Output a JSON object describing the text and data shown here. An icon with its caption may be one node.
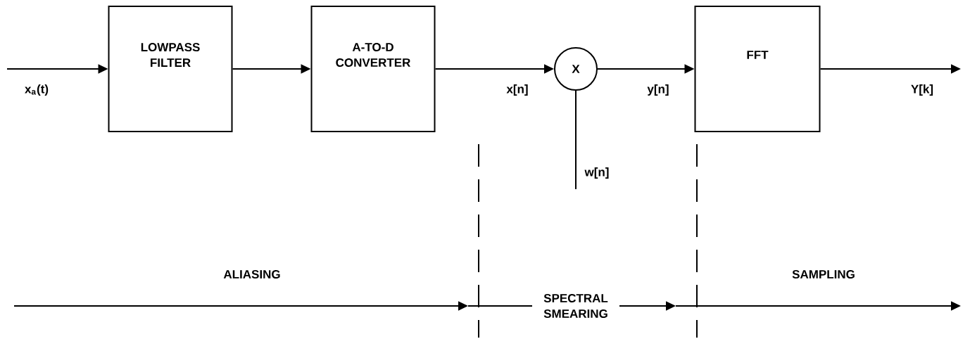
{
  "diagram": {
    "nodes": [
      {
        "text": [
          "LOWPASS FILTER"
        ]
      },
      {
        "text": [
          "A-TO-D CONVERTER"
        ]
      },
      {
        "text": [
          "X"
        ]
      },
      {
        "text": [
          "FFT"
        ]
      },
      {
        "text": [
          "w[n]"
        ]
      }
    ],
    "edges": [
      {
        "from": null,
        "to": 0,
        "arrow": "to",
        "label": "x$_{a}$(t)"
      },
      {
        "from": 0,
        "to": 1,
        "arrow": "to"
      },
      {
        "from": 1,
        "to": 2,
        "arrow": "to",
        "label": "x[n]"
      },
      {
        "from": 2,
        "to": 3,
        "arrow": "to",
        "label": "y[n]"
      },
      {
        "from": 3,
        "to": null,
        "arrow": "to",
        "label": "Y[k]"
      },
      {
        "from": 4,
        "to": 2,
        "arrow": "none"
      }
    ],
    "labels": [
      "ALIASING",
      "SPECTRAL SMEARING",
      "SAMPLING"
    ]
  }
}
